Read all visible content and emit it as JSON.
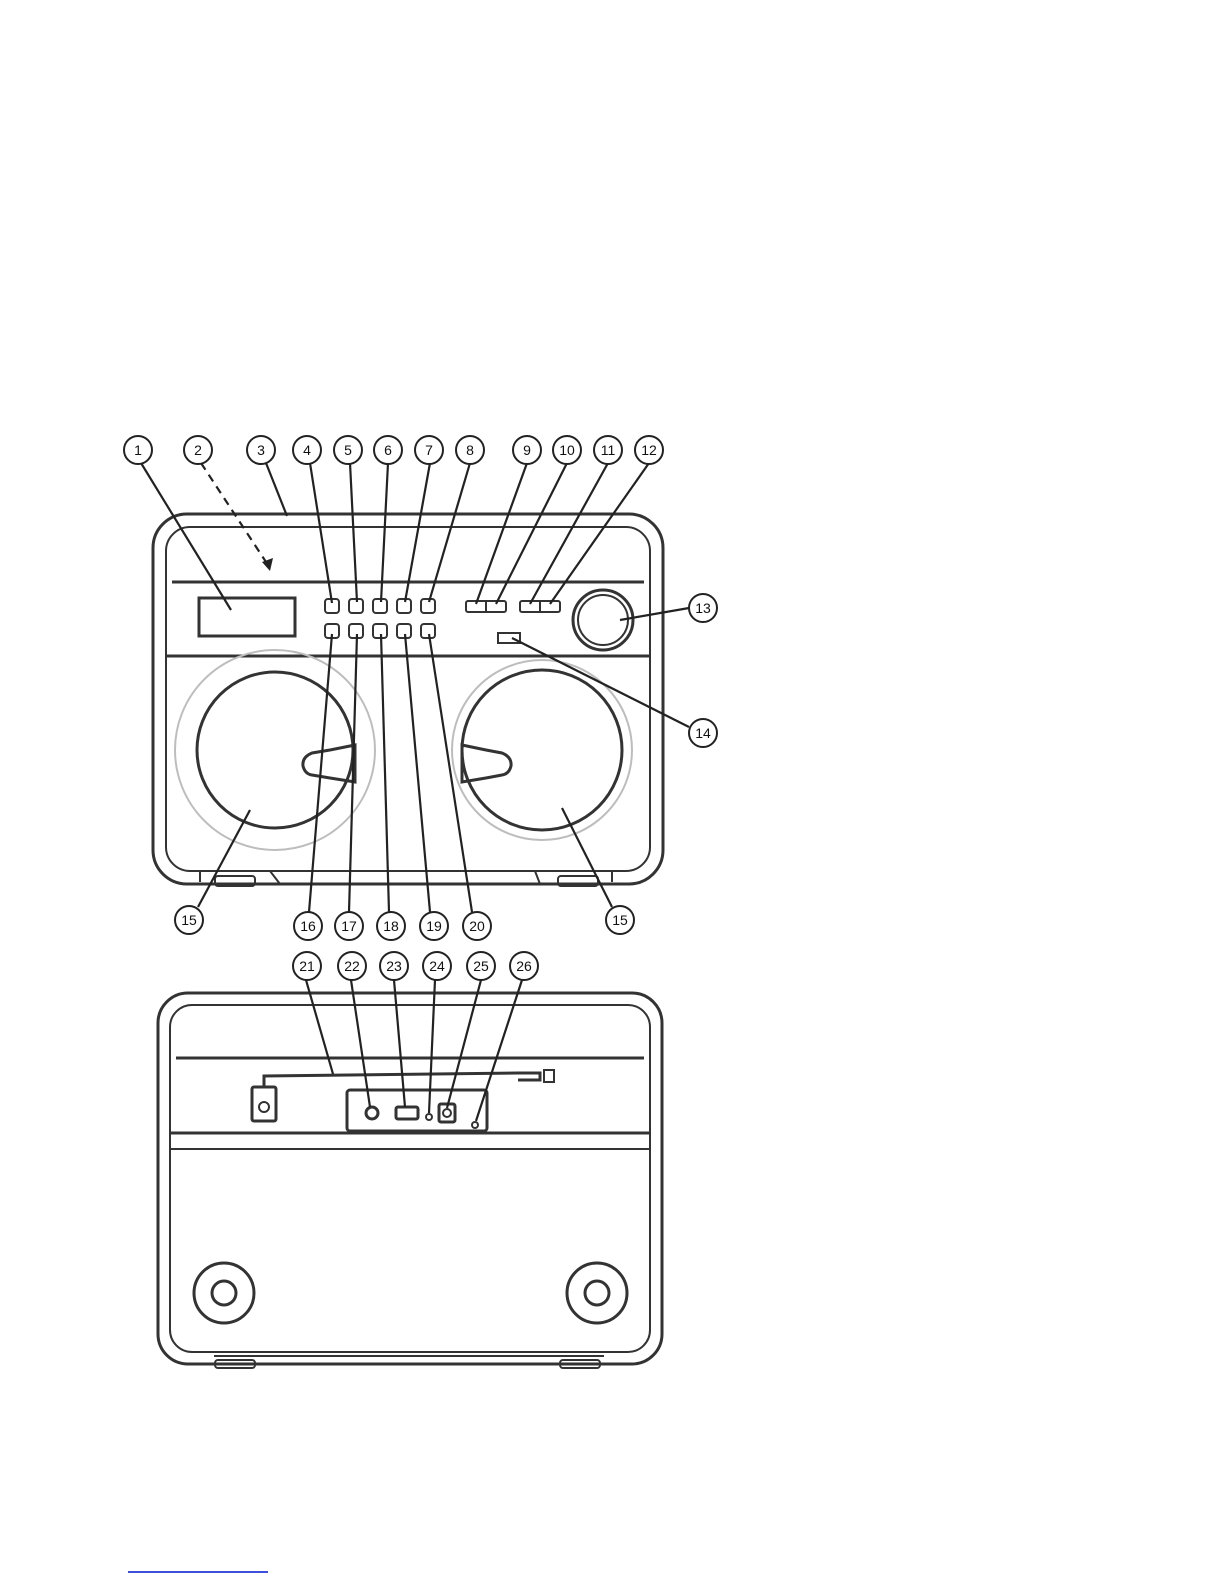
{
  "figure": {
    "colors": {
      "line": "#333333",
      "callout": "#222222",
      "link_underline": "#3b4fd8"
    },
    "views": [
      "front-view",
      "back-view"
    ],
    "callouts": [
      {
        "id": "callout-1",
        "label": "1"
      },
      {
        "id": "callout-2",
        "label": "2"
      },
      {
        "id": "callout-3",
        "label": "3"
      },
      {
        "id": "callout-4",
        "label": "4"
      },
      {
        "id": "callout-5",
        "label": "5"
      },
      {
        "id": "callout-6",
        "label": "6"
      },
      {
        "id": "callout-7",
        "label": "7"
      },
      {
        "id": "callout-8",
        "label": "8"
      },
      {
        "id": "callout-9",
        "label": "9"
      },
      {
        "id": "callout-10",
        "label": "10"
      },
      {
        "id": "callout-11",
        "label": "11"
      },
      {
        "id": "callout-12",
        "label": "12"
      },
      {
        "id": "callout-13",
        "label": "13"
      },
      {
        "id": "callout-14",
        "label": "14"
      },
      {
        "id": "callout-15-left",
        "label": "15"
      },
      {
        "id": "callout-15-right",
        "label": "15"
      },
      {
        "id": "callout-16",
        "label": "16"
      },
      {
        "id": "callout-17",
        "label": "17"
      },
      {
        "id": "callout-18",
        "label": "18"
      },
      {
        "id": "callout-19",
        "label": "19"
      },
      {
        "id": "callout-20",
        "label": "20"
      },
      {
        "id": "callout-21",
        "label": "21"
      },
      {
        "id": "callout-22",
        "label": "22"
      },
      {
        "id": "callout-23",
        "label": "23"
      },
      {
        "id": "callout-24",
        "label": "24"
      },
      {
        "id": "callout-25",
        "label": "25"
      },
      {
        "id": "callout-26",
        "label": "26"
      }
    ]
  }
}
